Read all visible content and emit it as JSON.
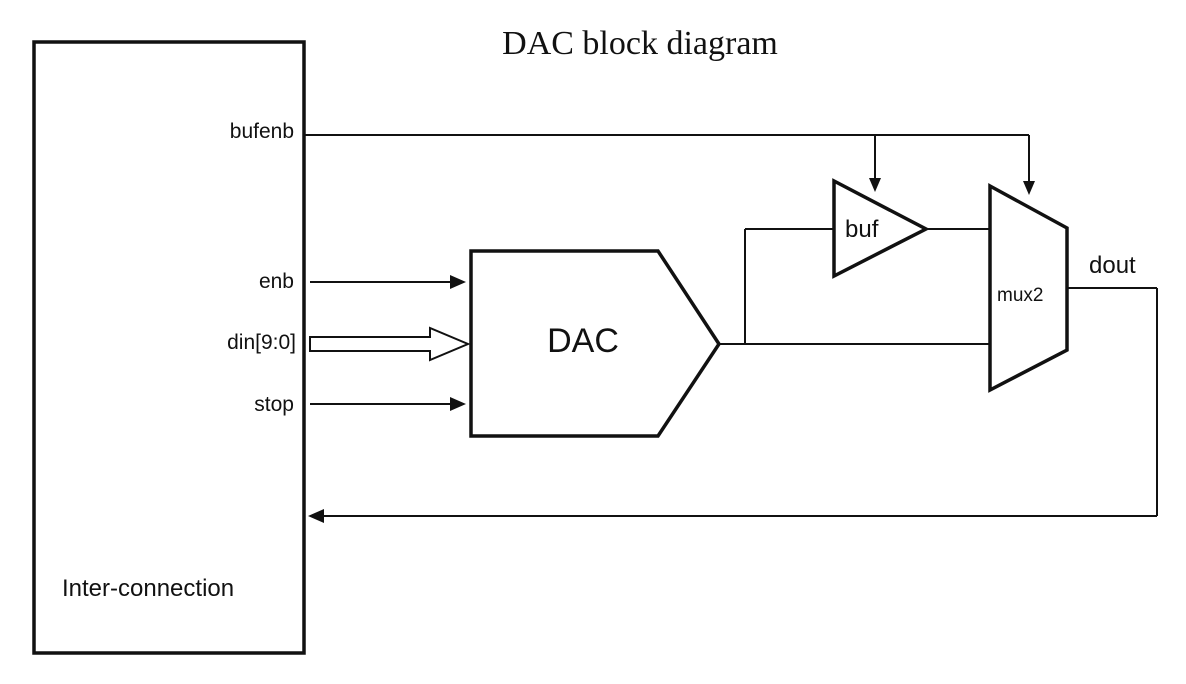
{
  "title": "DAC block diagram",
  "blocks": {
    "interconnect": "Inter-connection",
    "dac": "DAC",
    "buf": "buf",
    "mux": "mux2"
  },
  "signals": {
    "bufenb": "bufenb",
    "enb": "enb",
    "din": "din[9:0]",
    "stop": "stop",
    "dout": "dout"
  }
}
